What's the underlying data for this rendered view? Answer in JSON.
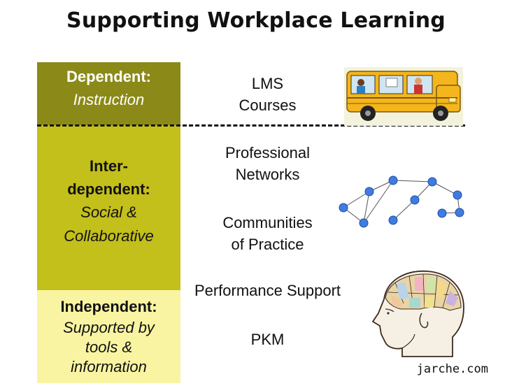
{
  "title": "Supporting Workplace Learning",
  "bands": {
    "dependent": {
      "heading": "Dependent:",
      "sub": "Instruction"
    },
    "interdependent": {
      "heading_1": "Inter-",
      "heading_2": "dependent:",
      "sub_1": "Social &",
      "sub_2": "Collaborative"
    },
    "independent": {
      "heading": "Independent:",
      "sub_1": "Supported by",
      "sub_2": "tools &",
      "sub_3": "information"
    }
  },
  "tools": {
    "lms": "LMS",
    "courses": "Courses",
    "professional": "Professional",
    "networks": "Networks",
    "communities": "Communities",
    "of_practice": "of Practice",
    "performance_support": "Performance Support",
    "pkm": "PKM"
  },
  "footer": "jarche.com",
  "icons": {
    "bus": "school-bus-icon",
    "network": "network-graph-icon",
    "head": "phrenology-head-icon"
  },
  "colors": {
    "dependent": "#8b8a19",
    "interdependent": "#c3bf1b",
    "independent": "#f8f4a2",
    "node": "#3f7be0"
  }
}
